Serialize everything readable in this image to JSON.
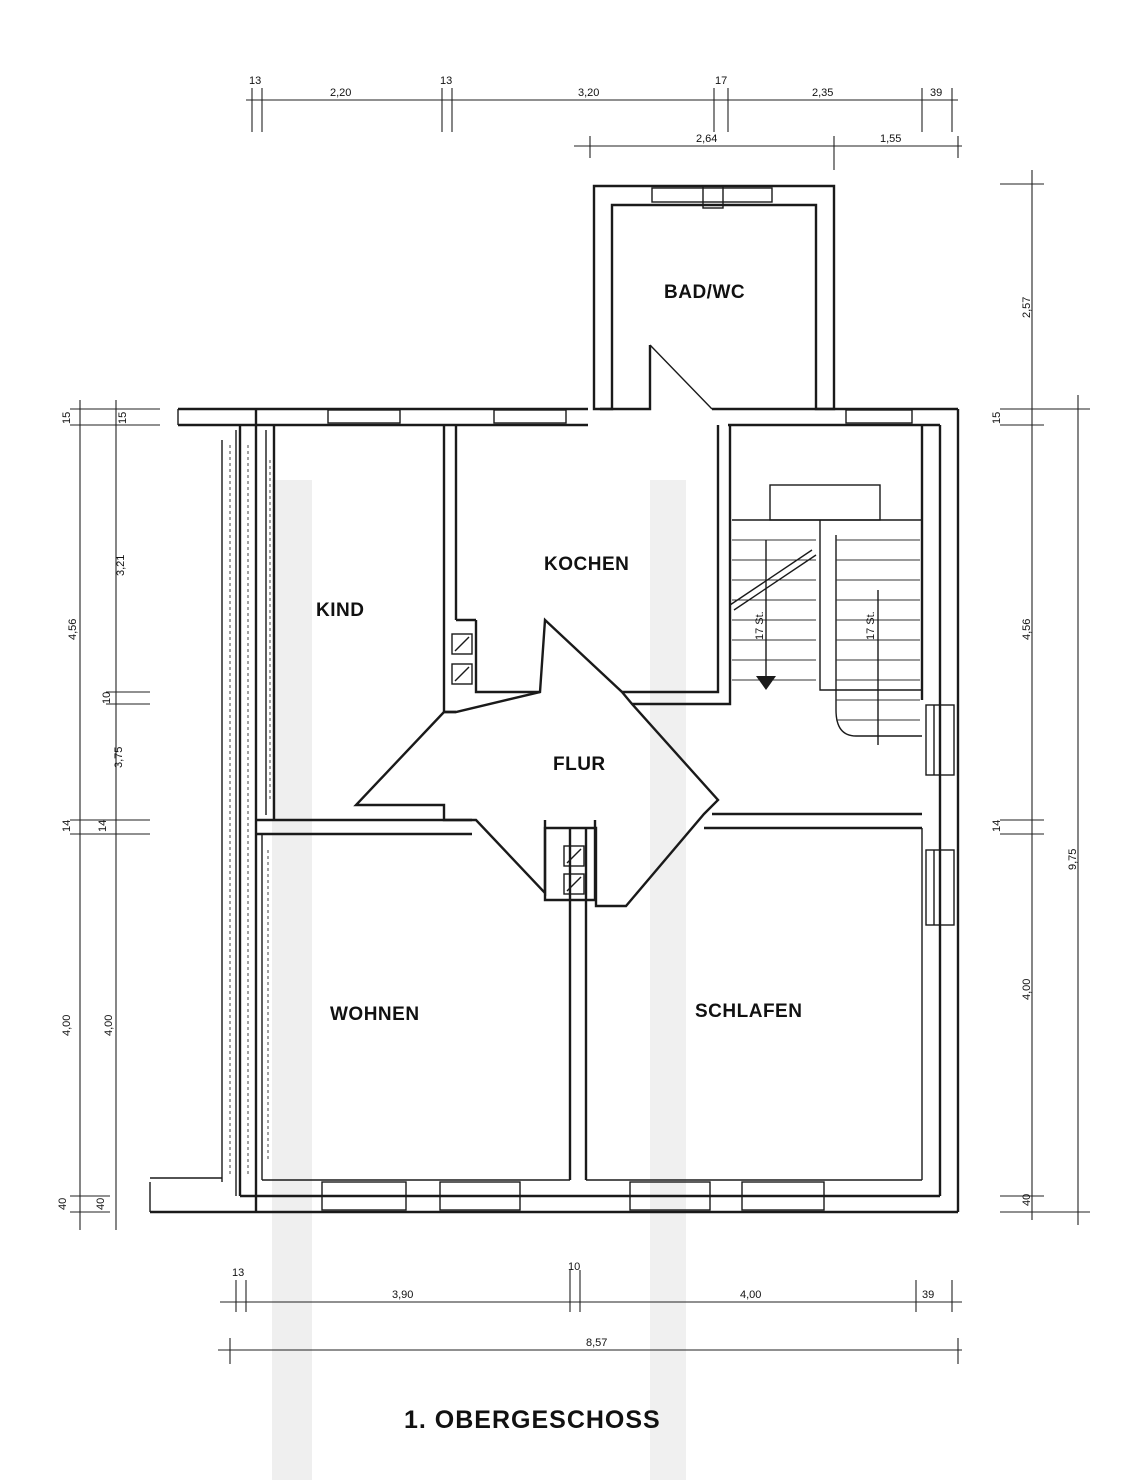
{
  "rooms": {
    "bath": "BAD/WC",
    "kitchen": "KOCHEN",
    "child": "KIND",
    "hall": "FLUR",
    "living": "WOHNEN",
    "bedroom": "SCHLAFEN"
  },
  "title": "1. OBERGESCHOSS",
  "dimensions": {
    "top_row1": [
      "13",
      "2,20",
      "13",
      "3,20",
      "17",
      "2,35",
      "39"
    ],
    "top_row2": [
      "2,64",
      "1,55"
    ],
    "bottom_row1": [
      "13",
      "3,90",
      "10",
      "4,00",
      "39"
    ],
    "bottom_total": "8,57",
    "left_outer": [
      "15",
      "4,56",
      "14",
      "4,00",
      "40"
    ],
    "left_inner": [
      "15",
      "3,21",
      "10",
      "3,75",
      "14",
      "4,00",
      "40"
    ],
    "right_inner": [
      "2,57",
      "15",
      "4,56",
      "14",
      "4,00",
      "40"
    ],
    "right_total": "9,75"
  },
  "stairs": {
    "left_run": "17 St.",
    "right_run": "17 St."
  }
}
